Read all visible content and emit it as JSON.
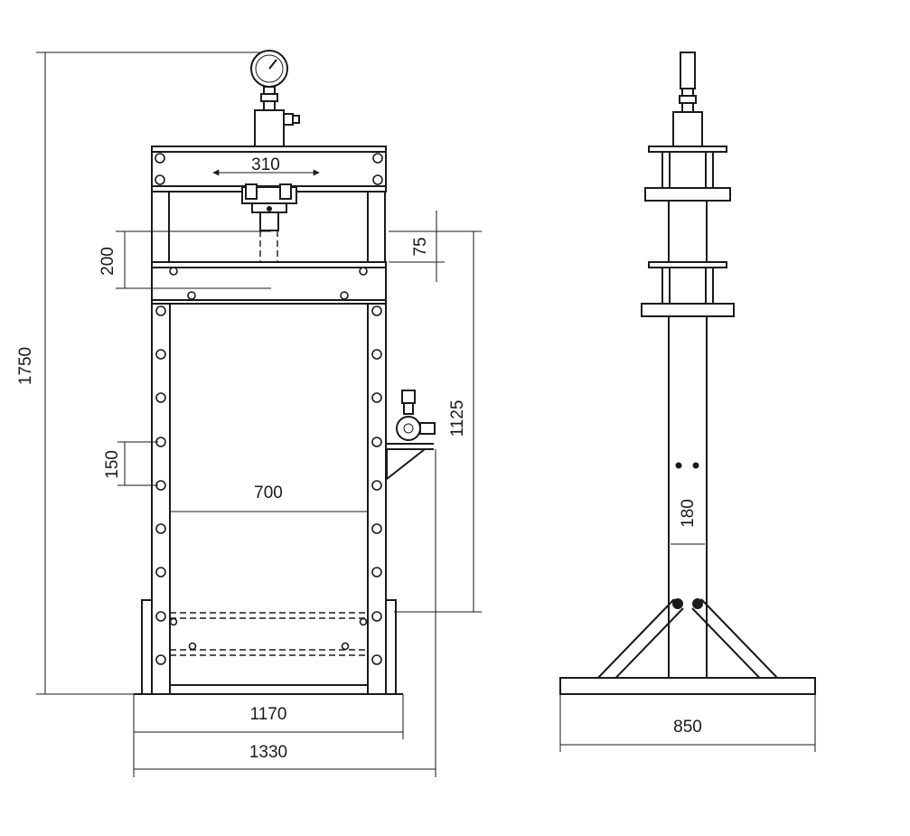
{
  "dimensions": {
    "overall_height": "1750",
    "table_width": "310",
    "ram_stroke": "200",
    "ram_gap": "75",
    "working_height": "1125",
    "hole_pitch": "150",
    "inner_width": "700",
    "frame_width": "1170",
    "base_width": "1330",
    "side_inner": "180",
    "side_base_width": "850"
  },
  "colors": {
    "line": "#1a1a1a",
    "background": "#ffffff"
  }
}
